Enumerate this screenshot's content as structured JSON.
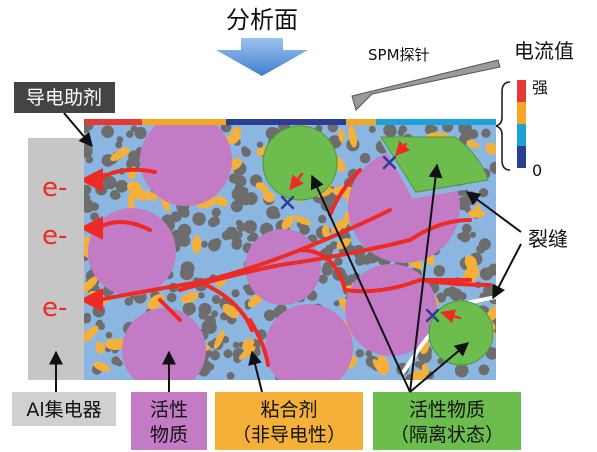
{
  "top_label": "分析面",
  "probe_label": "SPM探针",
  "current_title": "电流值",
  "current_scale": {
    "high": "强",
    "low": "0",
    "colors": [
      "#e53935",
      "#f5a623",
      "#1da1d9",
      "#2c3e91"
    ]
  },
  "additive_label": "导电助剂",
  "electron_label": "e-",
  "crack_label": "裂缝",
  "labels": {
    "collector": "Al集电器",
    "active": [
      "活性",
      "物质"
    ],
    "binder": [
      "粘合剂",
      "（非导电性）"
    ],
    "isolated": [
      "活性物质",
      "（隔离状态）"
    ]
  },
  "colors": {
    "collector": "#c6c6c6",
    "active": "#c27bc4",
    "binder": "#f5b03a",
    "isolated": "#6cbd4e",
    "carbon": "#6d6d6d",
    "electrolyte": "#8cb6e2",
    "current": "#ee2a24",
    "arrow": "#4a90d9"
  },
  "surface_bar": [
    "#e53935",
    "#f5a623",
    "#2c3e91",
    "#f5a623",
    "#1da1d9"
  ]
}
